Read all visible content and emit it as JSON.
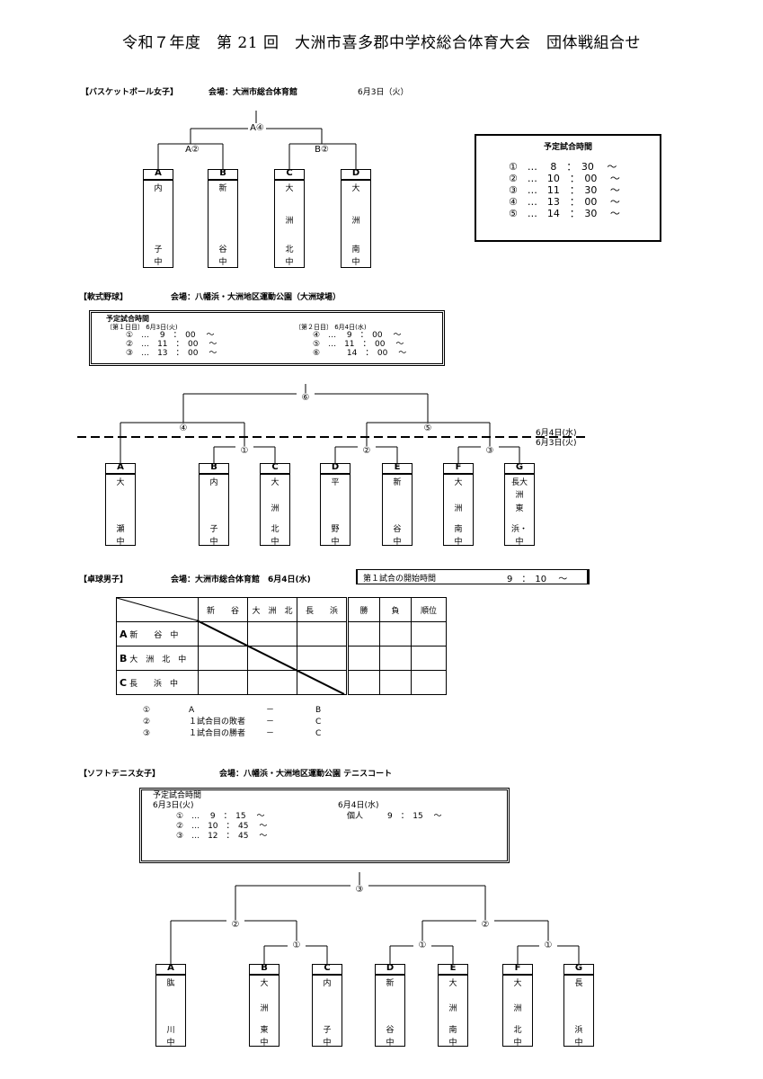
{
  "title": "令和７年度　第 21 回　大洲市喜多郡中学校総合体育大会　団体戦組合せ",
  "basketball": {
    "heading": "【バスケットボール女子】",
    "venue": "会場：大洲市総合体育館",
    "date": "6月3日（火）",
    "final_label": "A④",
    "semi_left": "A②",
    "semi_right": "B②",
    "teams": [
      {
        "letter": "A",
        "chars": [
          "内",
          "",
          "",
          "子",
          "中"
        ]
      },
      {
        "letter": "B",
        "chars": [
          "新",
          "",
          "",
          "谷",
          "中"
        ]
      },
      {
        "letter": "C",
        "chars": [
          "大",
          "",
          "洲",
          "北",
          "中"
        ]
      },
      {
        "letter": "D",
        "chars": [
          "大",
          "",
          "洲",
          "南",
          "中"
        ]
      }
    ],
    "schedule_title": "予定試合時間",
    "schedule": [
      "①　…　 8　：　30　 ～",
      "②　…　10　：　00　 ～",
      "③　…　11　：　30　 ～",
      "④　…　13　：　00　 ～",
      "⑤　…　14　：　30　 ～"
    ]
  },
  "baseball": {
    "heading": "【軟式野球】",
    "venue": "会場：八幡浜・大洲地区運動公園（大洲球場）",
    "schedule_title": "予定試合時間",
    "day1_label": "〔第１日目〕 6月3日(火)",
    "day1": [
      "①　…　 9　：　00　 ～",
      "②　…　11　：　00　 ～",
      "③　…　13　：　00　 ～"
    ],
    "day2_label": "〔第２日目〕 6月4日(水)",
    "day2": [
      "④　…　 9　：　00　 ～",
      "⑤　…　11　：　00　 ～",
      "⑥　　　 14　：　00　 ～"
    ],
    "date_upper": "6月4日(水)",
    "date_lower": "6月3日(火)",
    "labels": {
      "final": "⑥",
      "left_semi": "④",
      "right_semi": "⑤",
      "m1": "①",
      "m2": "②",
      "m3": "③"
    },
    "teams": [
      {
        "letter": "A",
        "chars": [
          "大",
          "",
          "",
          "瀬",
          "中"
        ]
      },
      {
        "letter": "B",
        "chars": [
          "内",
          "",
          "",
          "子",
          "中"
        ]
      },
      {
        "letter": "C",
        "chars": [
          "大",
          "",
          "洲",
          "北",
          "中"
        ]
      },
      {
        "letter": "D",
        "chars": [
          "平",
          "",
          "",
          "野",
          "中"
        ]
      },
      {
        "letter": "E",
        "chars": [
          "新",
          "",
          "",
          "谷",
          "中"
        ]
      },
      {
        "letter": "F",
        "chars": [
          "大",
          "",
          "洲",
          "南",
          "中"
        ]
      },
      {
        "letter": "G",
        "chars": [
          "長大",
          "洲",
          "東",
          "浜・",
          "中"
        ]
      }
    ]
  },
  "tabletennis": {
    "heading": "【卓球男子】",
    "venue": "会場：大洲市総合体育館　6月4日(水)",
    "start_label": "第１試合の開始時間",
    "start_time": "9　：　10　 ～",
    "col_headers": [
      "新　　谷",
      "大　洲　北",
      "長　　浜",
      "勝",
      "負",
      "順位"
    ],
    "rows": [
      {
        "letter": "A",
        "name": "新　　谷　中"
      },
      {
        "letter": "B",
        "name": "大　洲　北　中"
      },
      {
        "letter": "C",
        "name": "長　　浜　中"
      }
    ],
    "matches": [
      {
        "no": "①",
        "left": "A",
        "dash": "－",
        "right": "B"
      },
      {
        "no": "②",
        "left": "１試合目の敗者",
        "dash": "－",
        "right": "C"
      },
      {
        "no": "③",
        "left": "１試合目の勝者",
        "dash": "－",
        "right": "C"
      }
    ]
  },
  "softtennis": {
    "heading": "【ソフトテニス女子】",
    "venue": "会場：八幡浜・大洲地区運動公園 テニスコート",
    "schedule_title": "予定試合時間",
    "day1_label": "6月3日(火)",
    "day1": [
      "①　…　 9　：　15　 ～",
      "②　…　10　：　45　 ～",
      "③　…　12　：　45　 ～"
    ],
    "day2_label": "6月4日(水)",
    "day2": [
      "個人　　　9　：　15　 ～"
    ],
    "labels": {
      "final": "③",
      "left_semi": "②",
      "right_semi": "②",
      "m1": "①",
      "m2": "①",
      "m3": "①"
    },
    "teams": [
      {
        "letter": "A",
        "chars": [
          "肱",
          "",
          "",
          "川",
          "中"
        ]
      },
      {
        "letter": "B",
        "chars": [
          "大",
          "",
          "洲",
          "東",
          "中"
        ]
      },
      {
        "letter": "C",
        "chars": [
          "内",
          "",
          "",
          "子",
          "中"
        ]
      },
      {
        "letter": "D",
        "chars": [
          "新",
          "",
          "",
          "谷",
          "中"
        ]
      },
      {
        "letter": "E",
        "chars": [
          "大",
          "",
          "洲",
          "南",
          "中"
        ]
      },
      {
        "letter": "F",
        "chars": [
          "大",
          "",
          "洲",
          "北",
          "中"
        ]
      },
      {
        "letter": "G",
        "chars": [
          "長",
          "",
          "",
          "浜",
          "中"
        ]
      }
    ]
  }
}
